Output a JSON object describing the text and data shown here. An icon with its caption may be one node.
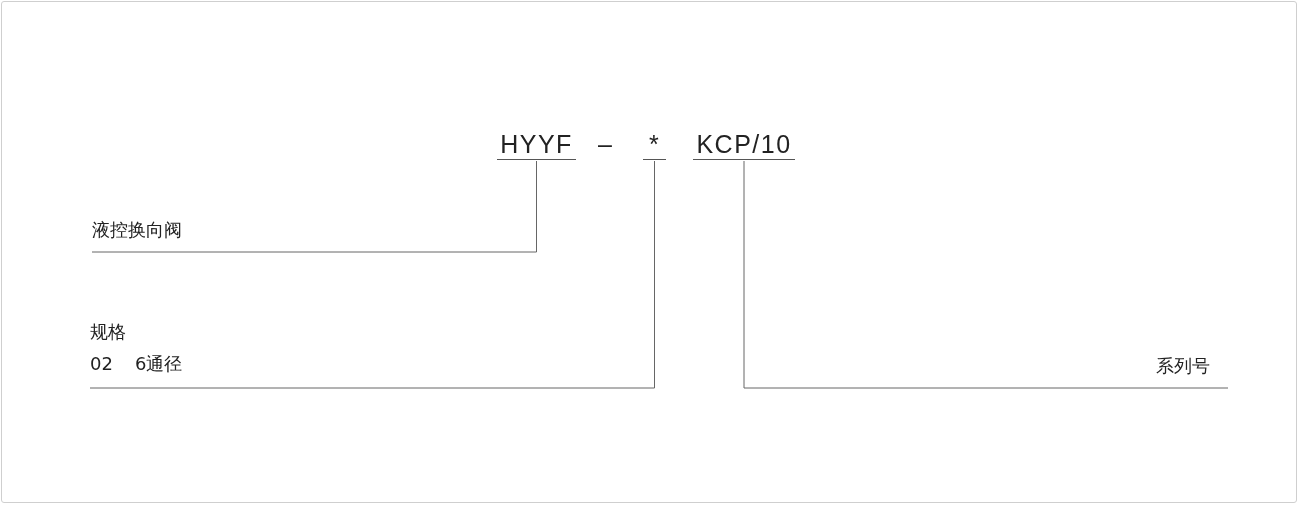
{
  "diagram": {
    "nodes": [
      {
        "text": [
          "HYYF"
        ]
      },
      {
        "text": [
          "*"
        ]
      },
      {
        "text": [
          "KCP/10"
        ]
      },
      {
        "text": [
          "液控换向阀"
        ]
      },
      {
        "text": [
          "规格",
          "02",
          "6通径"
        ]
      },
      {
        "text": [
          "系列号"
        ]
      }
    ],
    "edges": [
      {
        "from": 0,
        "to": 3,
        "arrow": "none"
      },
      {
        "from": 1,
        "to": 4,
        "arrow": "none"
      },
      {
        "from": 2,
        "to": 5,
        "arrow": "none"
      }
    ],
    "labels": [
      "–"
    ]
  }
}
